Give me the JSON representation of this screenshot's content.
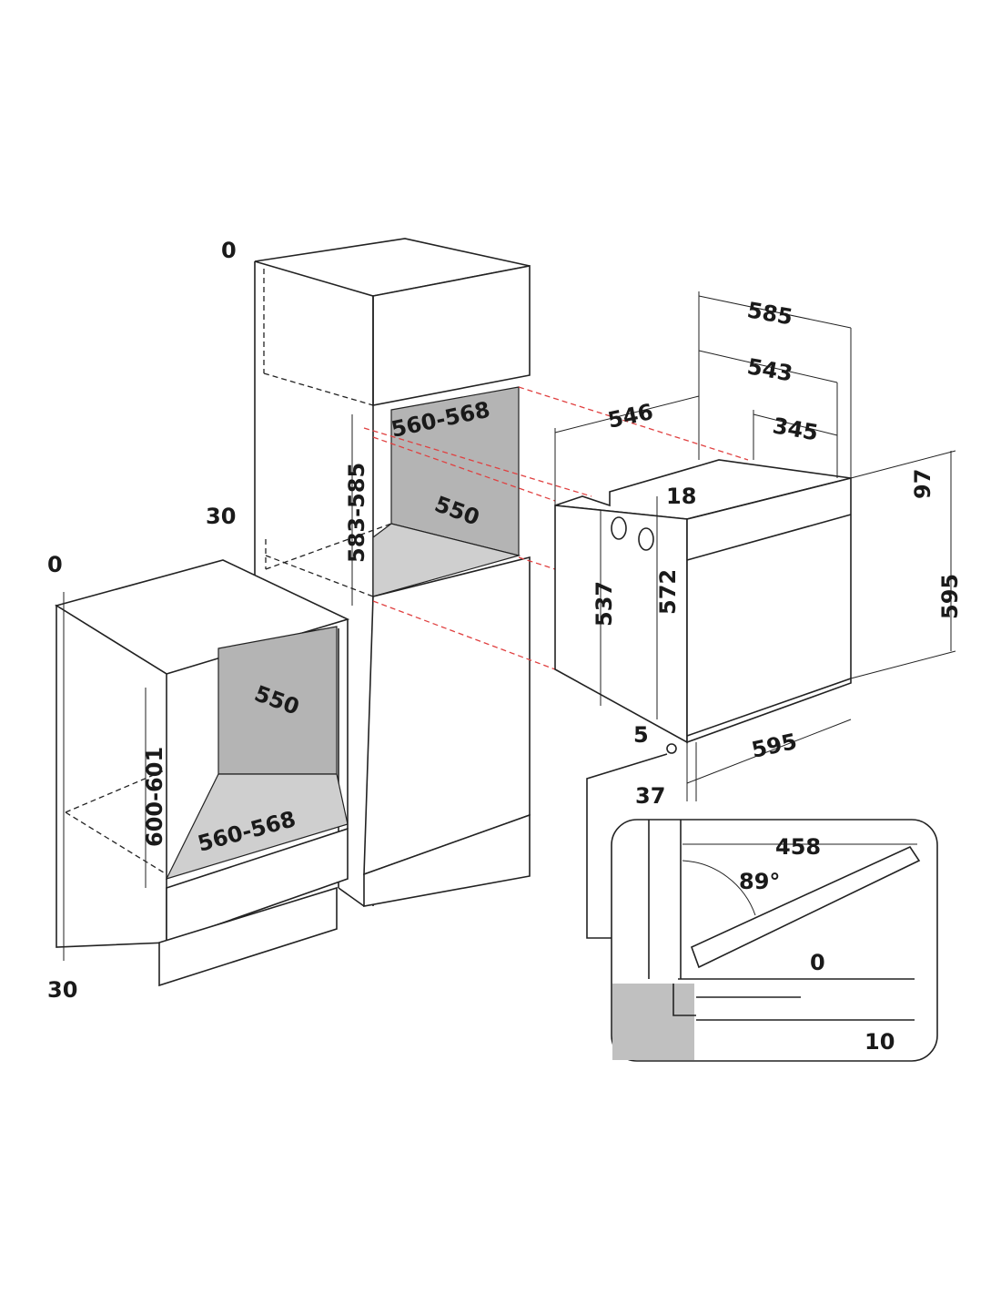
{
  "title": "Oven installation dimensions",
  "tall_cabinet": {
    "top_gap": "0",
    "side_gap": "30",
    "niche_width": "560-568",
    "niche_height": "583-585",
    "niche_depth": "550"
  },
  "base_cabinet": {
    "top_gap": "0",
    "bottom_gap": "30",
    "niche_height": "600-601",
    "niche_depth": "550",
    "niche_width": "560-568"
  },
  "oven": {
    "depth_total": "585",
    "depth_body": "543",
    "depth_side": "546",
    "depth_top": "345",
    "panel_offset": "18",
    "panel_height": "97",
    "side_height": "537",
    "body_height": "572",
    "front_height": "595",
    "gap": "5",
    "front_width": "595",
    "door_thickness": "37"
  },
  "door_detail": {
    "door_length": "458",
    "opening_angle": "89°",
    "clearance_top": "0",
    "clearance_bottom": "10"
  },
  "colors": {
    "line": "#222222",
    "guide": "#e04040",
    "fill": "#b4b4b4"
  }
}
